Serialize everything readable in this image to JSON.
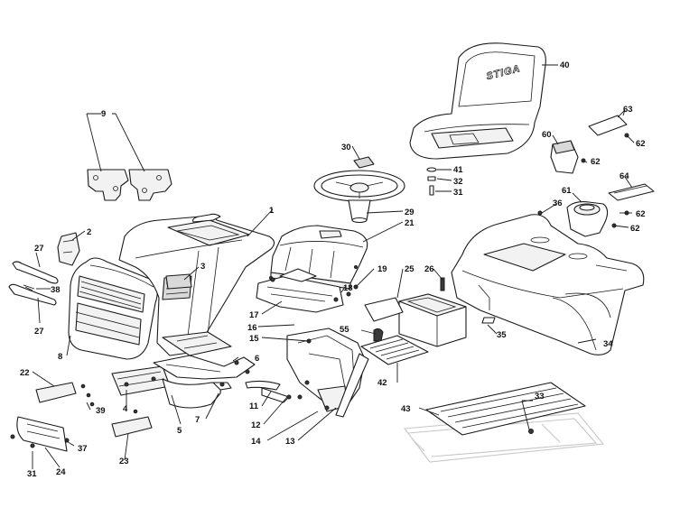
{
  "diagram": {
    "brand_mark": "STIGA",
    "callouts": [
      "1",
      "2",
      "3",
      "4",
      "5",
      "6",
      "7",
      "8",
      "9",
      "11",
      "12",
      "13",
      "14",
      "15",
      "16",
      "17",
      "18",
      "19",
      "21",
      "22",
      "23",
      "24",
      "25",
      "26",
      "27",
      "27",
      "29",
      "30",
      "31",
      "31",
      "32",
      "33",
      "34",
      "35",
      "36",
      "37",
      "38",
      "39",
      "40",
      "41",
      "42",
      "43",
      "55",
      "60",
      "61",
      "62",
      "62",
      "62",
      "62",
      "63",
      "64"
    ]
  }
}
